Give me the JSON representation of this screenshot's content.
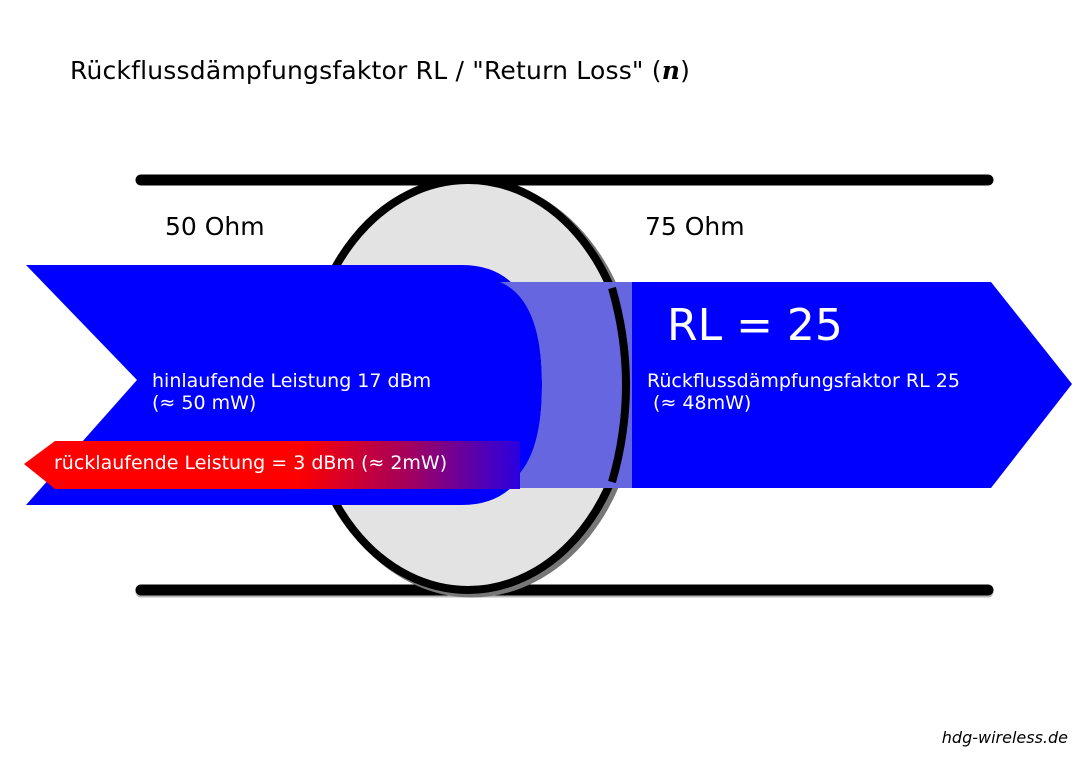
{
  "title": {
    "main": "Rückflussdämpfungsfaktor RL  / \"Return Loss\" (",
    "symbol": "n",
    "close": ")"
  },
  "zones": {
    "left_impedance": "50 Ohm",
    "right_impedance": "75 Ohm"
  },
  "forward": {
    "line1": "hinlaufende Leistung 17 dBm",
    "line2": "(≈ 50 mW)"
  },
  "reflected": {
    "label": "rücklaufende Leistung = 3 dBm (≈ 2mW)"
  },
  "transmitted": {
    "headline": "RL = 25",
    "line1": "Rückflussdämpfungsfaktor RL 25",
    "line2": " (≈ 48mW)"
  },
  "credit": "hdg-wireless.de",
  "colors": {
    "arrow_blue": "#0000ff",
    "overlap_blue": "#6666e0",
    "reflected_red": "#ff0000",
    "junction_fill": "#e3e3e3",
    "line": "#000000"
  }
}
